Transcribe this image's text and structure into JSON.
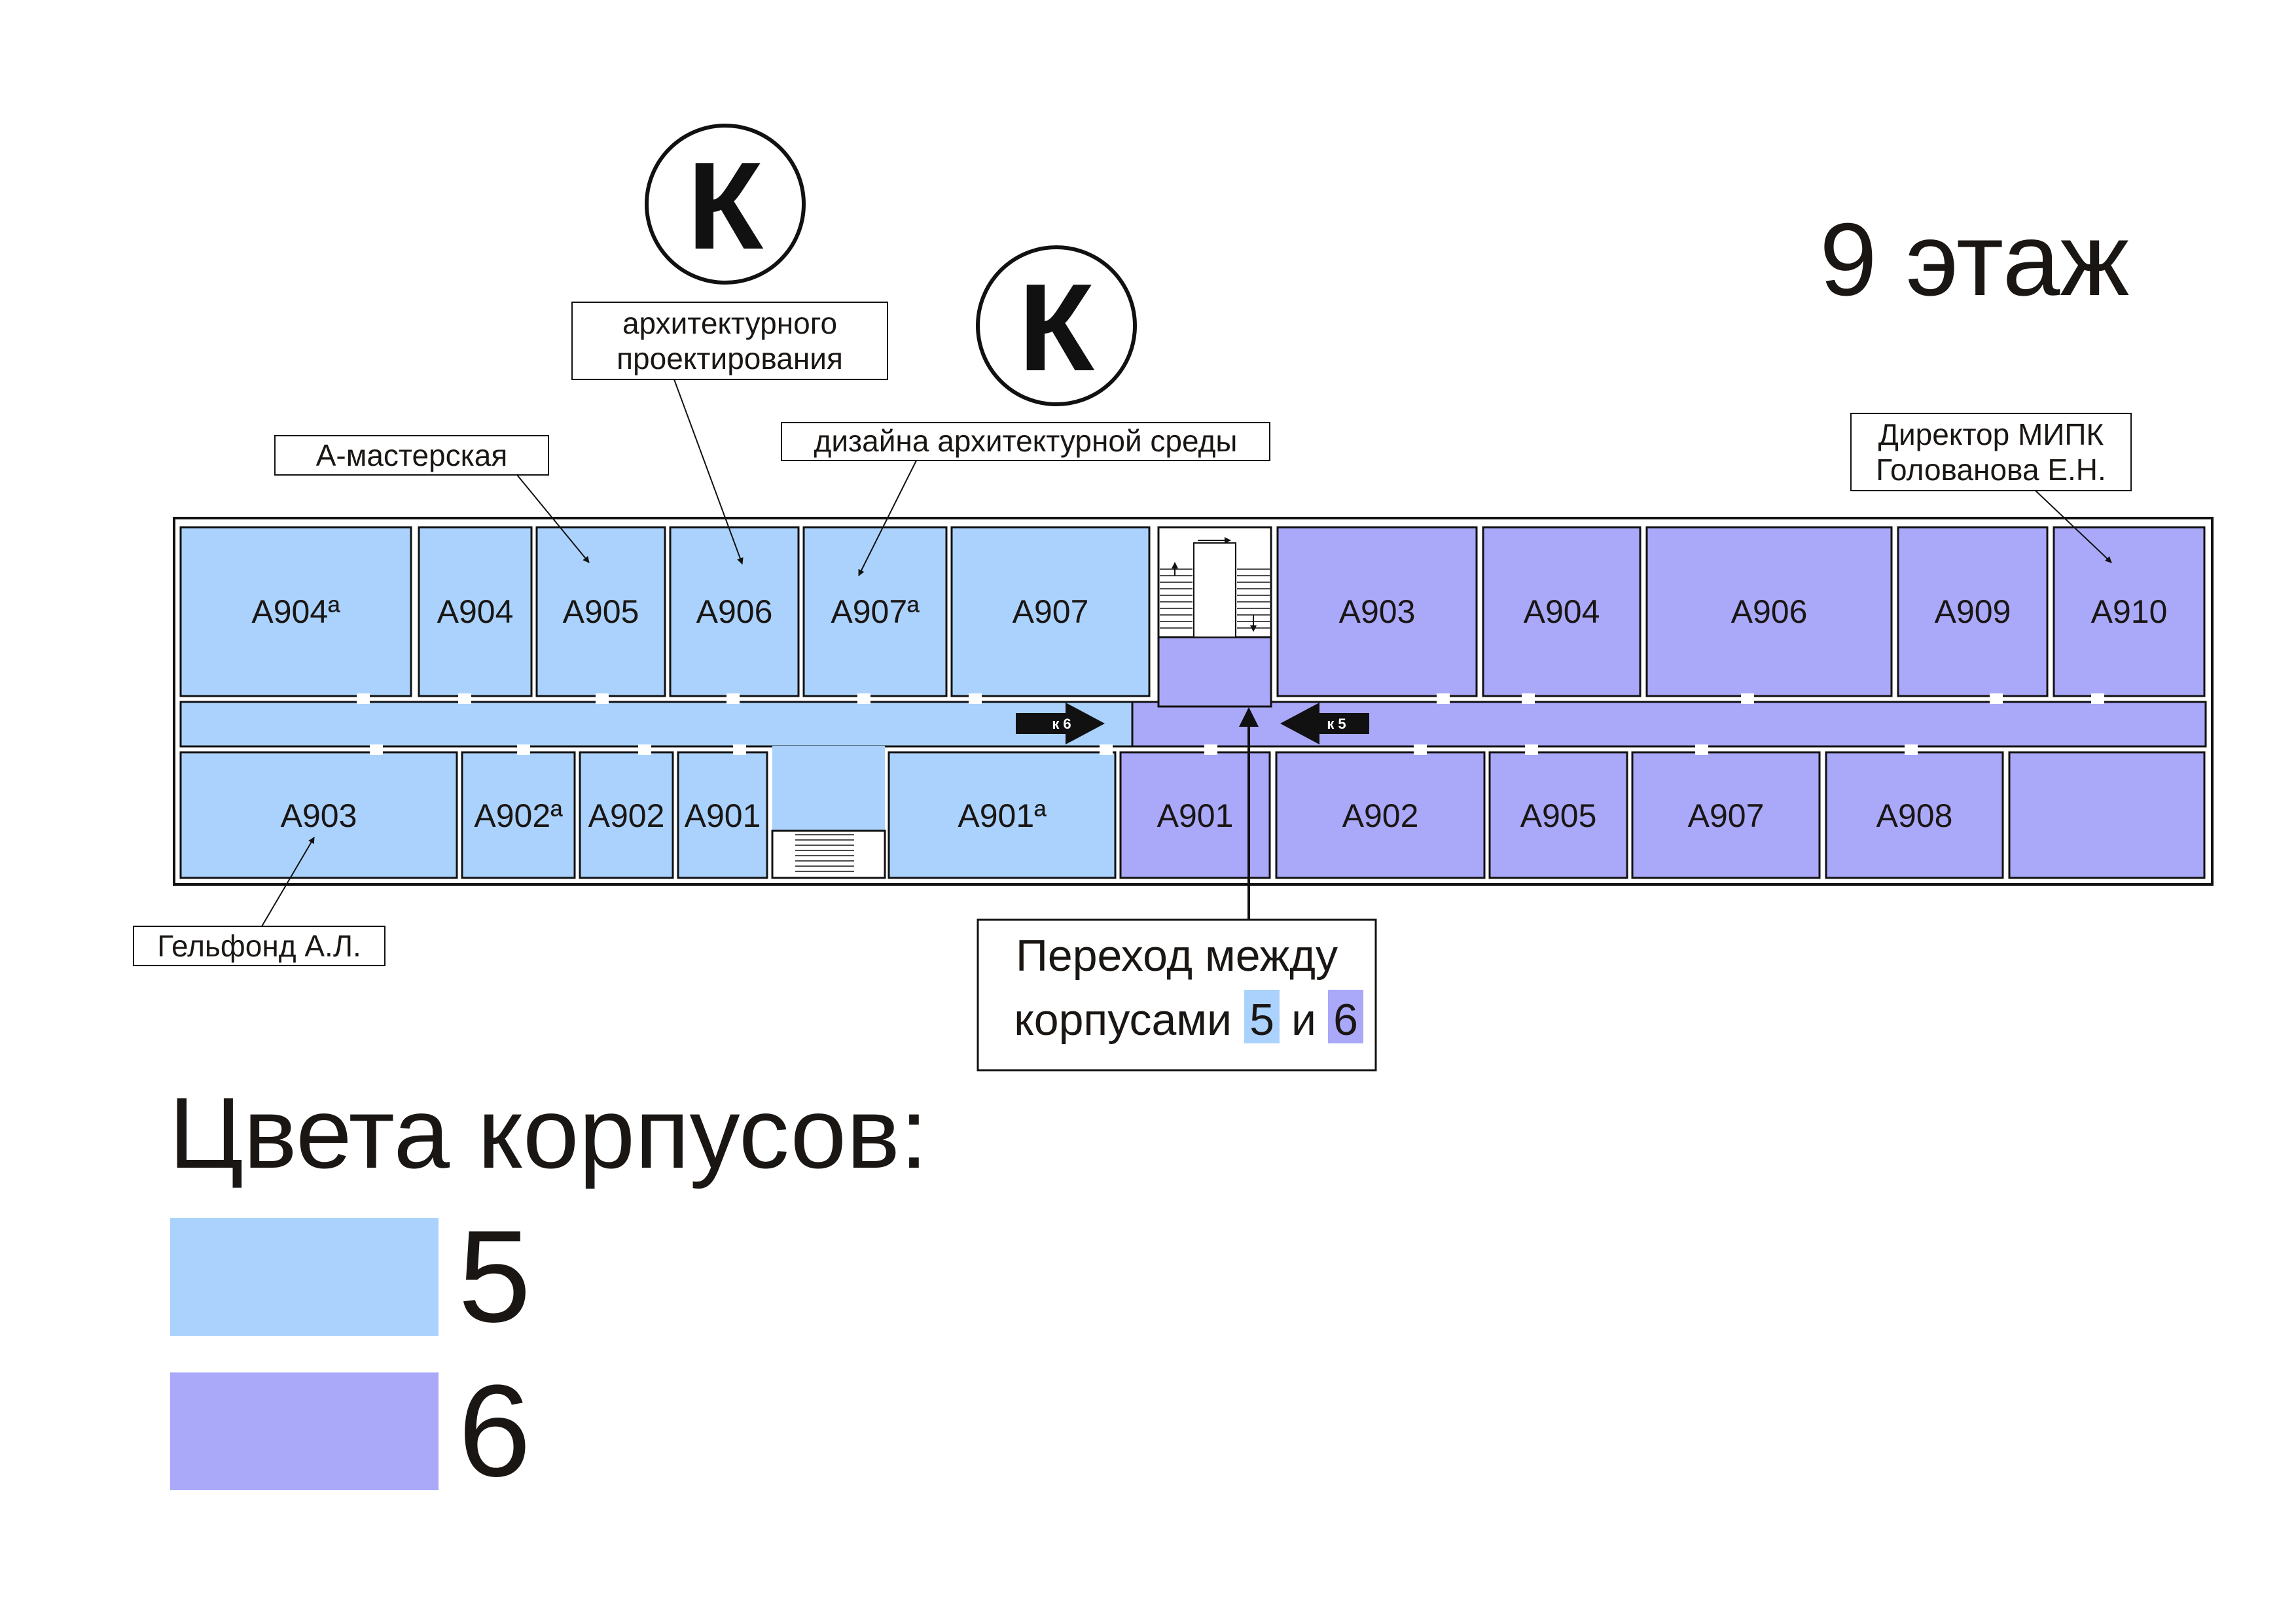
{
  "floor_title": "9 этаж",
  "colors": {
    "building_5": "#aad2fc",
    "building_6": "#aaa8f8",
    "wall": "#111111",
    "text": "#1a1614"
  },
  "rooms_building_5": [
    "А904ª",
    "А904",
    "А905",
    "А906",
    "А907ª",
    "А907",
    "А903",
    "А902ª",
    "А902",
    "А901",
    "А901ª"
  ],
  "rooms_building_6": [
    "А903",
    "А904",
    "А906",
    "А909",
    "А910",
    "А901",
    "А902",
    "А905",
    "А907",
    "А908"
  ],
  "department_badges": [
    "К",
    "К"
  ],
  "callouts": {
    "a_workshop": "А-мастерская",
    "arch_design_line1": "архитектурного",
    "arch_design_line2": "проектирования",
    "env_design": "дизайна архитектурной среды",
    "director_line1": "Директор МИПК",
    "director_line2": "Голованова Е.Н.",
    "gelfond": "Гельфонд А.Л."
  },
  "direction_arrows": [
    "к 6",
    "к 5"
  ],
  "transition": {
    "line1": "Переход между",
    "line2_prefix": "корпусами",
    "building_a": "5",
    "conjunction": "и",
    "building_b": "6"
  },
  "legend": {
    "title": "Цвета корпусов:",
    "items": [
      {
        "label": "5",
        "color": "#aad2fc"
      },
      {
        "label": "6",
        "color": "#aaa8f8"
      }
    ]
  }
}
